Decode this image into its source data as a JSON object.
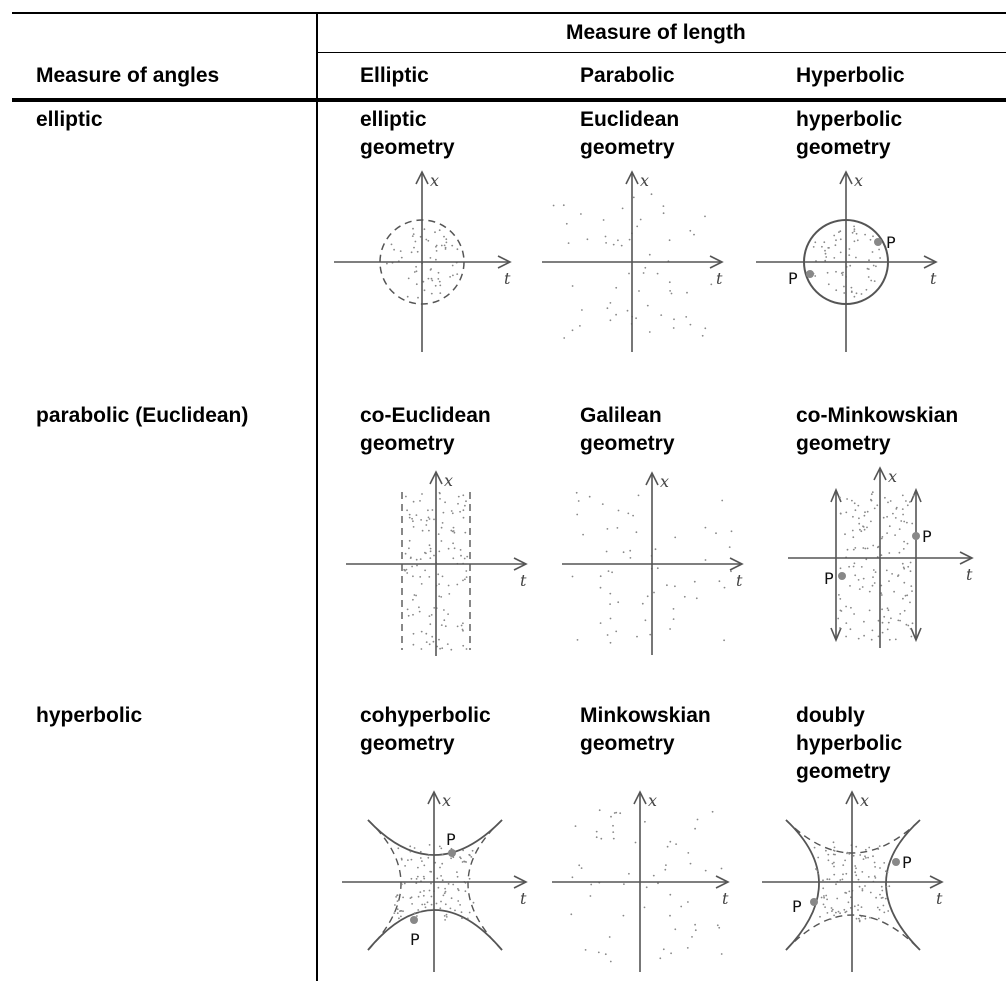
{
  "header": {
    "measure_of_length": "Measure of length",
    "measure_of_angles": "Measure of angles",
    "columns": [
      "Elliptic",
      "Parabolic",
      "Hyperbolic"
    ]
  },
  "rows": [
    {
      "label": "elliptic",
      "cells": [
        {
          "line1": "elliptic",
          "line2": "geometry"
        },
        {
          "line1": "Euclidean",
          "line2": "geometry"
        },
        {
          "line1": "hyperbolic",
          "line2": "geometry"
        }
      ]
    },
    {
      "label": "parabolic (Euclidean)",
      "cells": [
        {
          "line1": "co-Euclidean",
          "line2": "geometry"
        },
        {
          "line1": "Galilean",
          "line2": "geometry"
        },
        {
          "line1": "co-Minkowskian",
          "line2": "geometry"
        }
      ]
    },
    {
      "label": "hyperbolic",
      "cells": [
        {
          "line1": "cohyperbolic",
          "line2": "geometry"
        },
        {
          "line1": "Minkowskian",
          "line2": "geometry"
        },
        {
          "line1": "doubly",
          "line2": "hyperbolic",
          "line3": "geometry"
        }
      ]
    }
  ],
  "axis_labels": {
    "x": "x",
    "t": "t"
  },
  "point_label": "P",
  "colors": {
    "ink": "#555555",
    "point": "#888888"
  }
}
